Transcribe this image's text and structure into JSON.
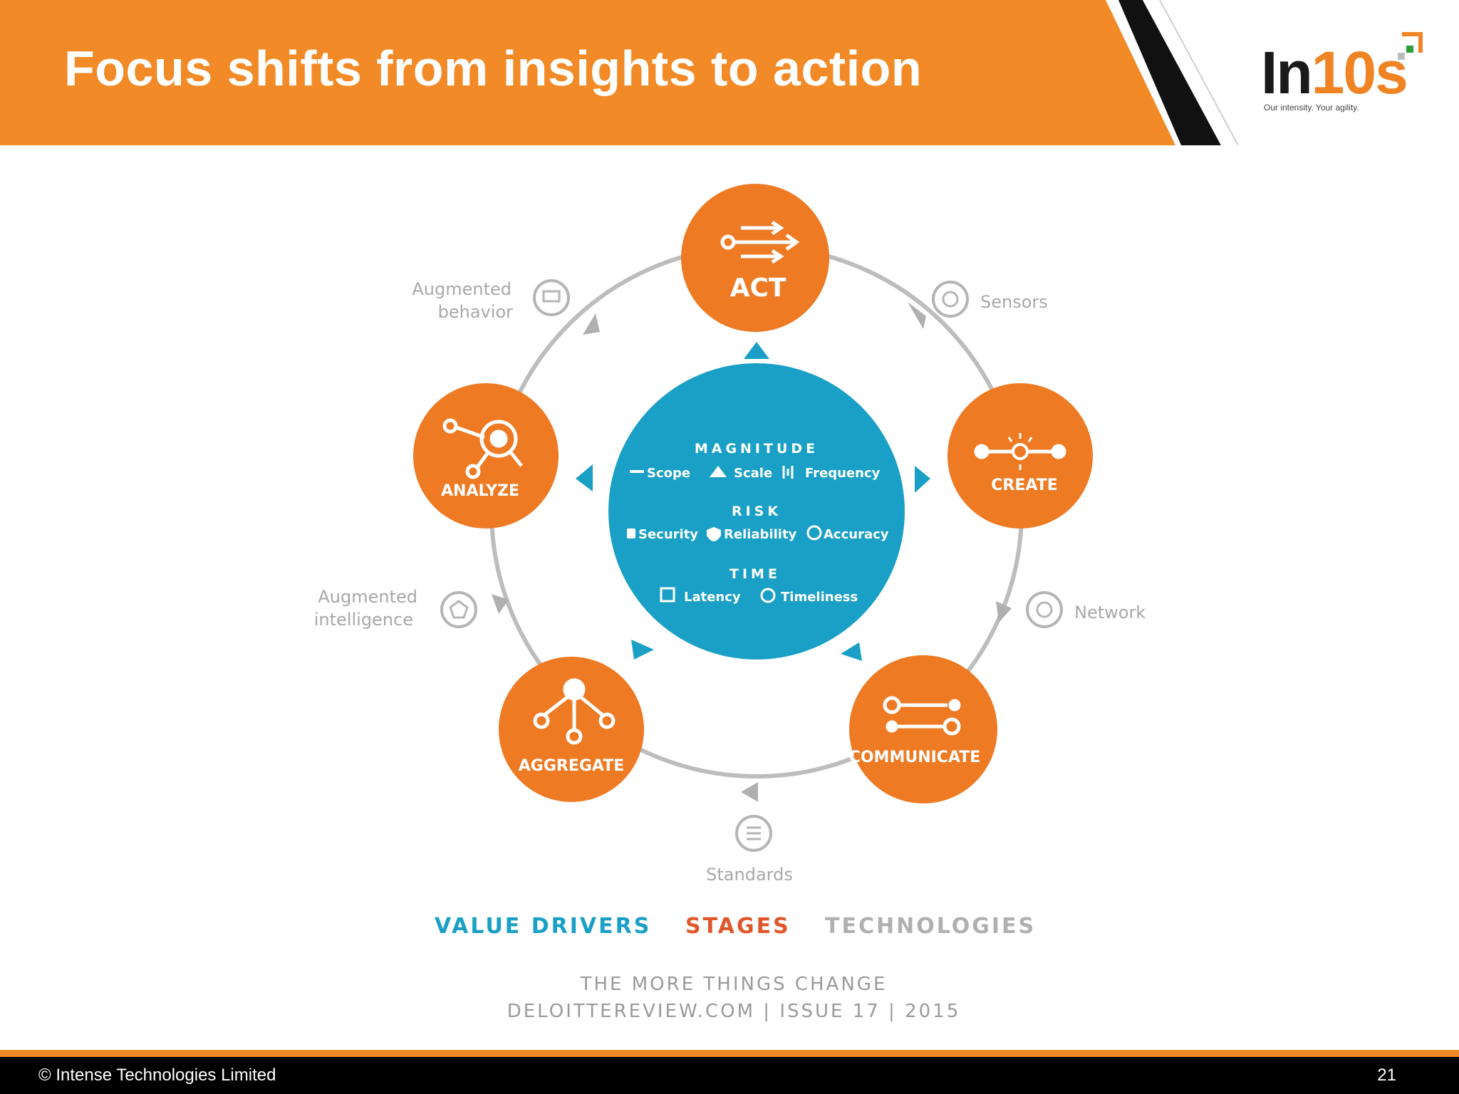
{
  "slide": {
    "title": "Focus shifts from insights to action",
    "logo": {
      "text_main": "In",
      "text_accent": "10s",
      "tagline": "Our intensity. Your agility."
    }
  },
  "diagram": {
    "stages": [
      {
        "label": "ACT",
        "icon": "arrows-icon"
      },
      {
        "label": "CREATE",
        "icon": "sensor-line-icon"
      },
      {
        "label": "COMMUNICATE",
        "icon": "dual-line-icon"
      },
      {
        "label": "AGGREGATE",
        "icon": "tree-icon"
      },
      {
        "label": "ANALYZE",
        "icon": "magnifier-network-icon"
      }
    ],
    "technologies": [
      {
        "label_lines": [
          "Sensors"
        ],
        "icon": "sensor-icon"
      },
      {
        "label_lines": [
          "Network"
        ],
        "icon": "network-icon"
      },
      {
        "label_lines": [
          "Standards"
        ],
        "icon": "standards-icon"
      },
      {
        "label_lines": [
          "Augmented",
          "intelligence"
        ],
        "icon": "pentagon-icon"
      },
      {
        "label_lines": [
          "Augmented",
          "behavior"
        ],
        "icon": "monitor-icon"
      }
    ],
    "value_drivers": {
      "magnitude": {
        "heading": "MAGNITUDE",
        "items": [
          "Scope",
          "Scale",
          "Frequency"
        ]
      },
      "risk": {
        "heading": "RISK",
        "items": [
          "Security",
          "Reliability",
          "Accuracy"
        ]
      },
      "time": {
        "heading": "TIME",
        "items": [
          "Latency",
          "Timeliness"
        ]
      }
    },
    "legend": {
      "value_drivers": "VALUE DRIVERS",
      "stages": "STAGES",
      "technologies": "TECHNOLOGIES"
    },
    "source": {
      "line1": "THE MORE THINGS CHANGE",
      "line2": "DELOITTEREVIEW.COM | ISSUE 17 | 2015"
    }
  },
  "footer": {
    "copyright": "© Intense Technologies Limited",
    "page": "21"
  },
  "colors": {
    "header_orange": "#f28a27",
    "stage_orange": "#ee7a24",
    "value_blue": "#1aa0c6",
    "technology_gray": "#a8a8a8"
  }
}
